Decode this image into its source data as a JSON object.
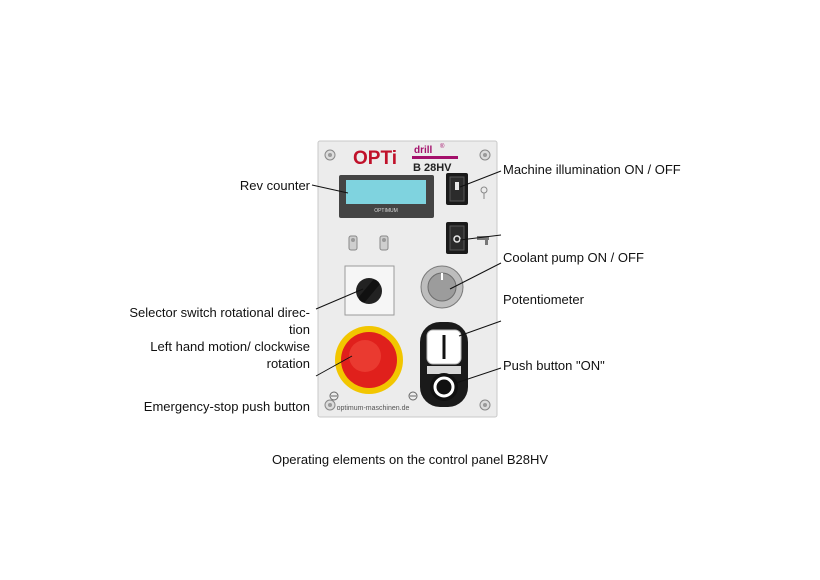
{
  "panel": {
    "brand": "OPTi",
    "model_word": "drill",
    "registered": "®",
    "model": "B 28HV",
    "website": "optimum-maschinen.de",
    "display_text": "OPTIMUM"
  },
  "labels": {
    "rev_counter": "Rev counter",
    "selector_line1": "Selector switch rotational direc-",
    "selector_line2": "tion",
    "selector_line3": "Left hand motion/ clockwise",
    "selector_line4": "rotation",
    "emergency_stop": "Emergency-stop push button",
    "machine_illumination": "Machine illumination ON / OFF",
    "coolant_pump": "Coolant pump ON / OFF",
    "potentiometer": "Potentiometer",
    "push_button_on": "Push button \"ON\""
  },
  "caption": "Operating elements on the control panel B28HV",
  "colors": {
    "panel_bg": "#ececec",
    "brand_red": "#c0112a",
    "brand_magenta": "#a4106b",
    "display_cyan": "#7fd3df",
    "estop_red": "#e0201c",
    "estop_yellow": "#f2c600"
  }
}
